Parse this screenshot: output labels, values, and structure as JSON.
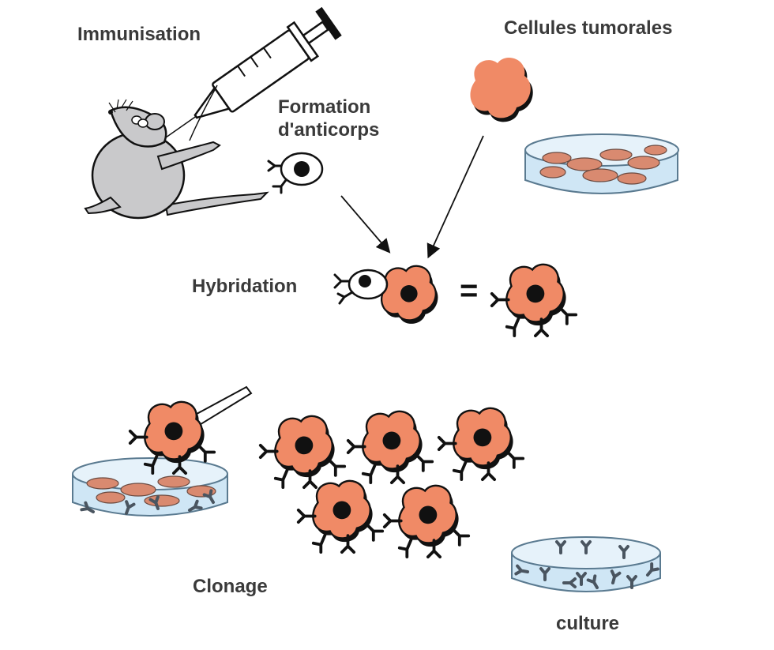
{
  "labels": {
    "immunisation": "Immunisation",
    "tumor_cells": "Cellules tumorales",
    "antibody_formation_line1": "Formation",
    "antibody_formation_line2": "d'anticorps",
    "hybridation": "Hybridation",
    "equals": "=",
    "clonage": "Clonage",
    "culture": "culture"
  },
  "colors": {
    "tumor_cell_fill": "#F08A66",
    "tumor_cell_shadow": "#1a1a1a",
    "dish_fill": "#cfe6f5",
    "dish_edge": "#5a7a90",
    "mouse_fill": "#c9c9cb",
    "outline": "#111111",
    "antibody_gray": "#4a5560",
    "text": "#3a3a3a"
  },
  "icons": [
    "mouse-icon",
    "syringe-icon",
    "b-lymphocyte-icon",
    "tumor-cell-icon",
    "petri-dish-icon",
    "hybridoma-icon",
    "pipette-icon",
    "antibody-icon",
    "arrow-icon"
  ]
}
